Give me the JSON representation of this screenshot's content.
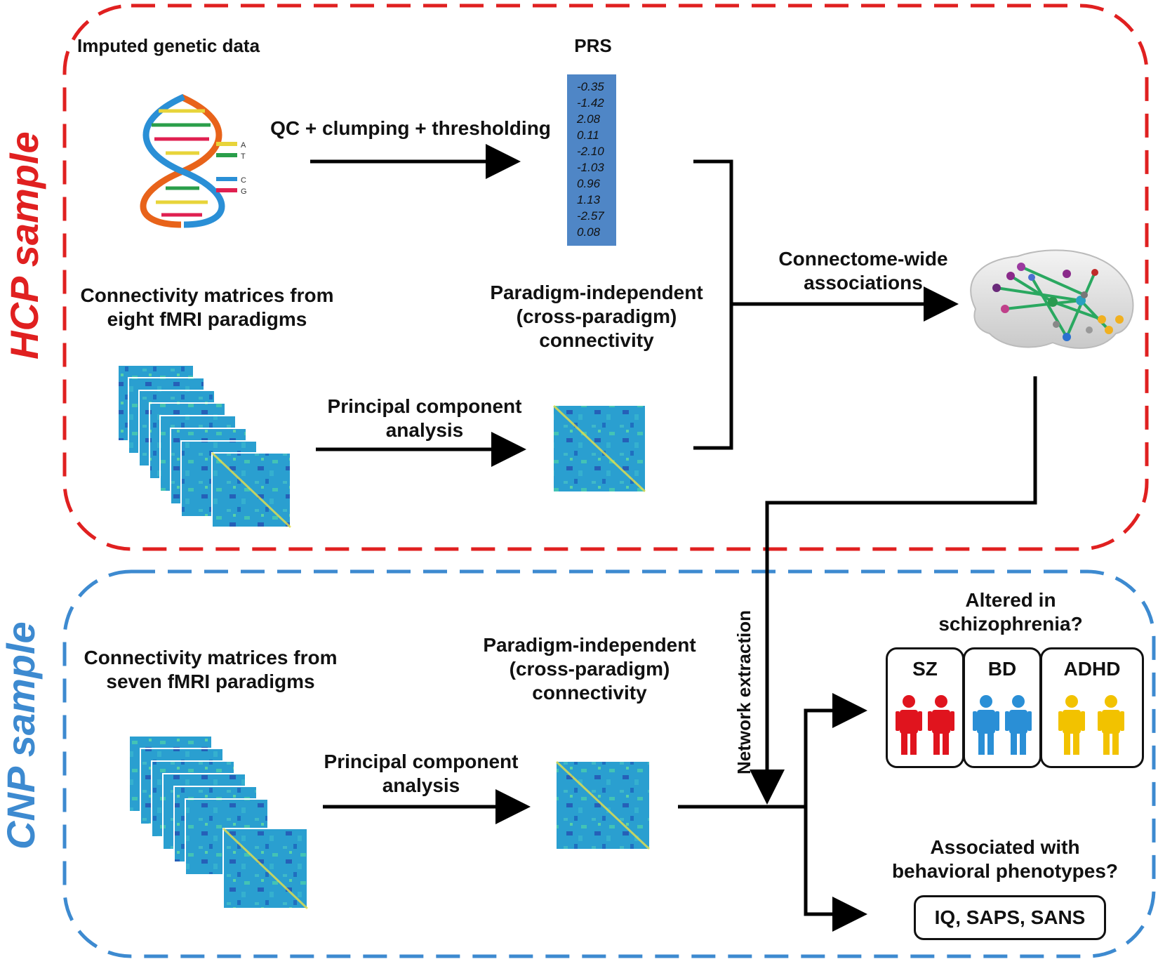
{
  "colors": {
    "hcp": "#e02020",
    "cnp": "#3d8ad0",
    "arrow": "#000000",
    "prs_bg": "#4f86c6",
    "sz": "#e0141e",
    "bd": "#2a8fd6",
    "adhd": "#f2c200"
  },
  "hcp": {
    "side_label": "HCP sample",
    "genetic_title": "Imputed genetic data",
    "prs_title": "PRS",
    "prs_values": [
      "-0.35",
      "-1.42",
      "2.08",
      "0.11",
      "-2.10",
      "-1.03",
      "0.96",
      "1.13",
      "-2.57",
      "0.08"
    ],
    "qc_label": "QC + clumping + thresholding",
    "dna_letters": [
      "A",
      "T",
      "C",
      "G"
    ],
    "conn_title": "Connectivity matrices from eight fMRI paradigms",
    "pca_label": "Principal component analysis",
    "pi_label": "Paradigm-independent (cross-paradigm) connectivity",
    "cwa_label": "Connectome-wide associations"
  },
  "cnp": {
    "side_label": "CNP sample",
    "conn_title": "Connectivity matrices from seven fMRI paradigms",
    "pca_label": "Principal component analysis",
    "pi_label": "Paradigm-independent (cross-paradigm) connectivity",
    "network_extraction": "Network extraction",
    "altered_label": "Altered in schizophrenia?",
    "groups": [
      {
        "label": "SZ",
        "color": "#e0141e"
      },
      {
        "label": "BD",
        "color": "#2a8fd6"
      },
      {
        "label": "ADHD",
        "color": "#f2c200"
      }
    ],
    "associated_label": "Associated with behavioral phenotypes?",
    "phenotypes": "IQ, SAPS, SANS"
  },
  "icons": [
    "dna-icon",
    "matrix-stack-icon",
    "matrix-icon",
    "brain-network-icon",
    "person-icon"
  ]
}
